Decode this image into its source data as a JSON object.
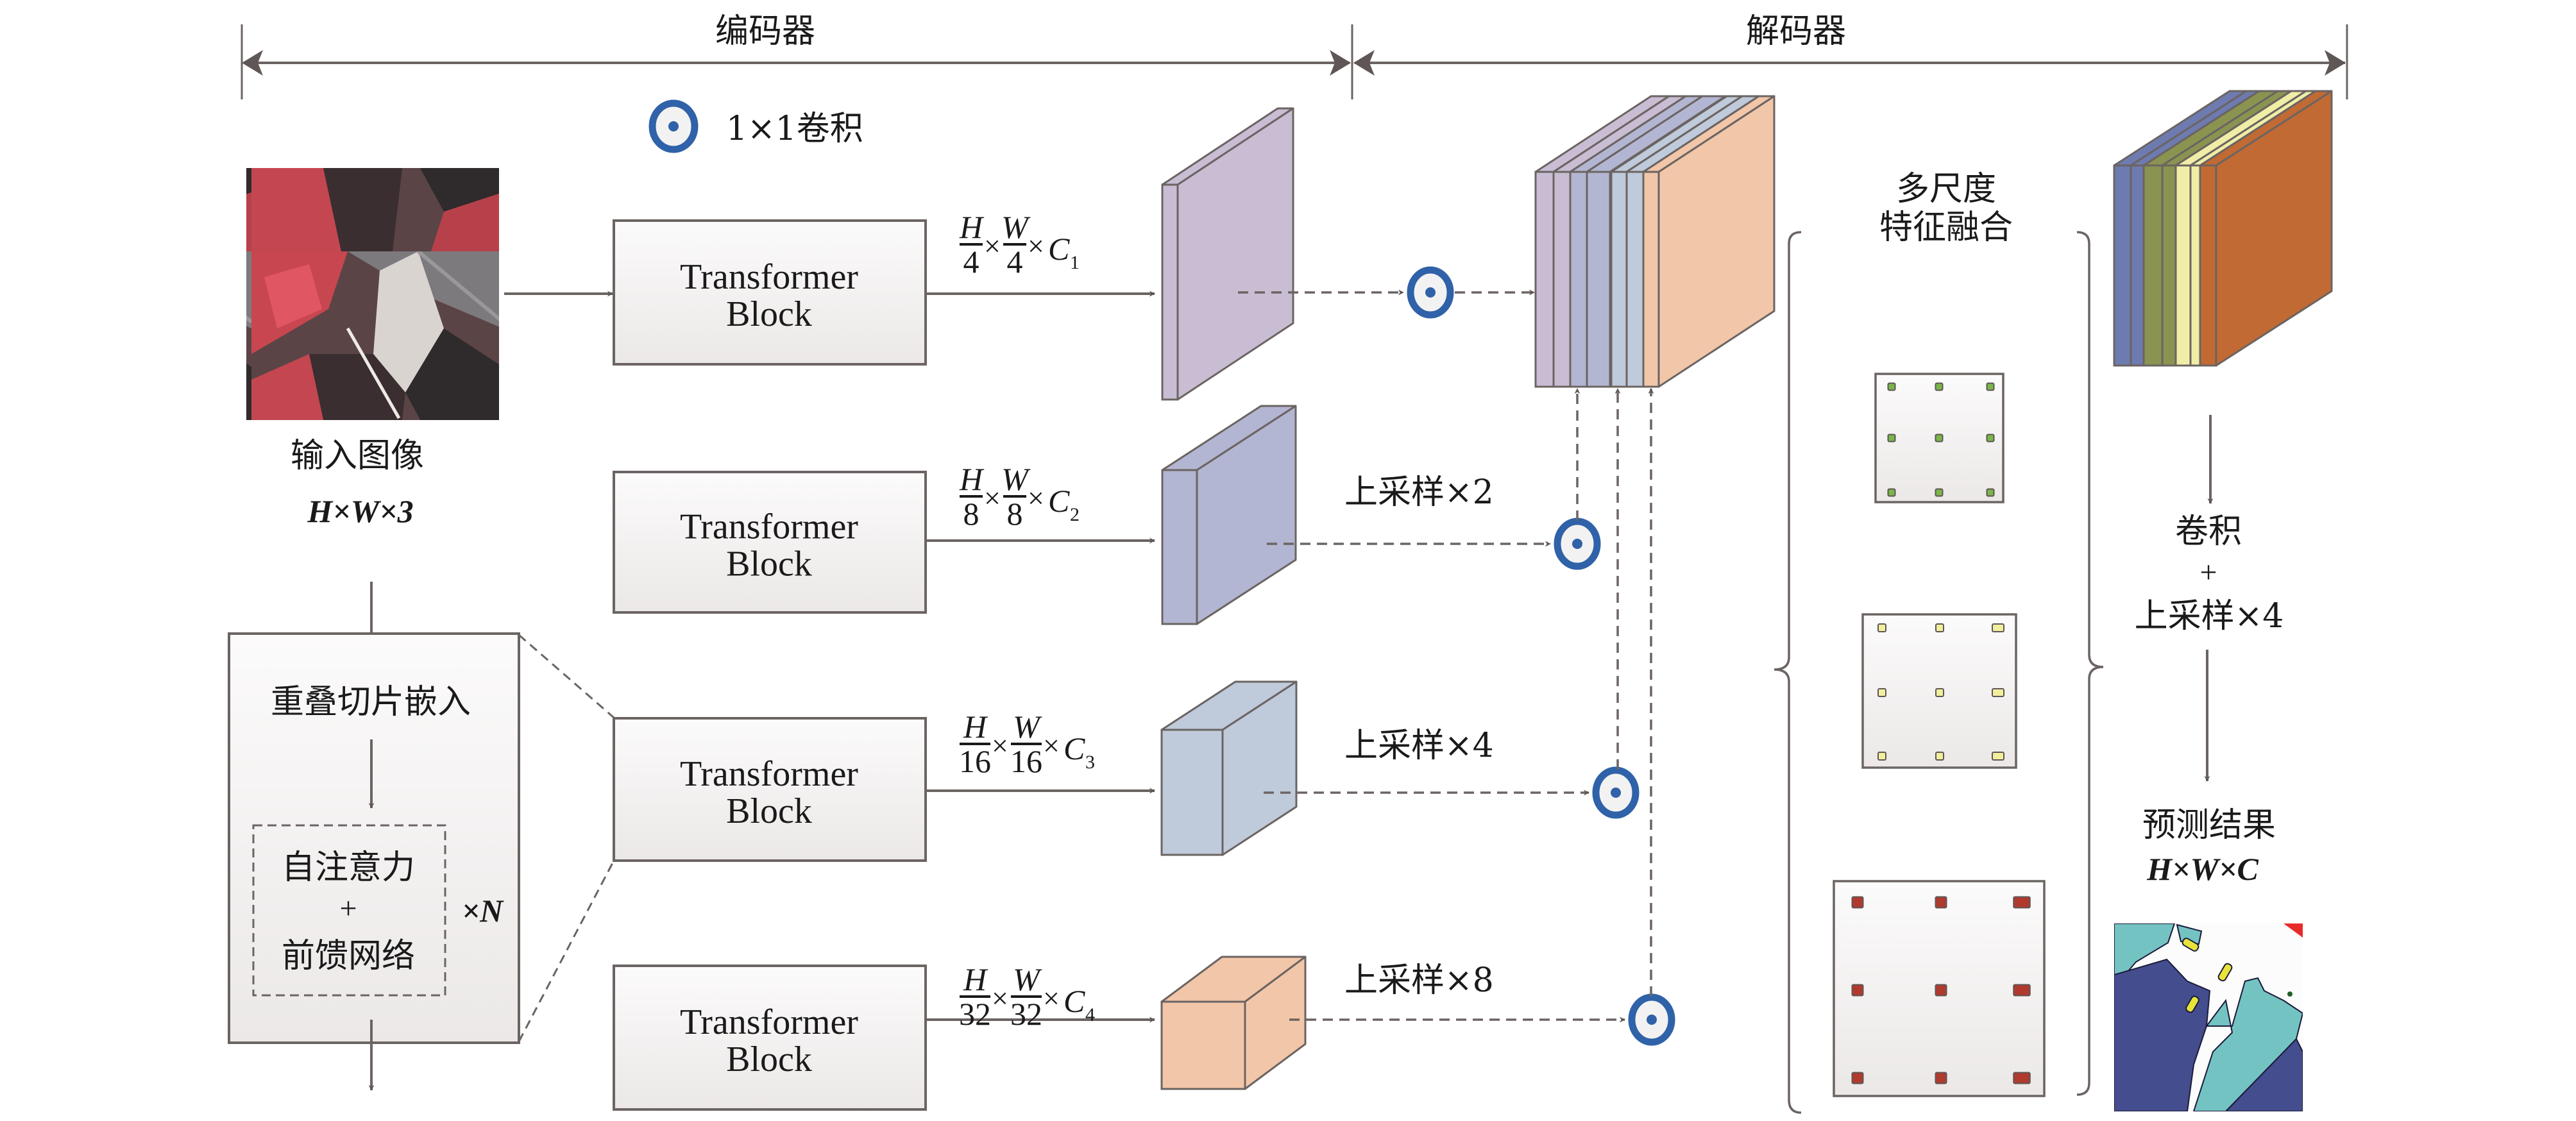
{
  "header": {
    "encoder_label": "编码器",
    "decoder_label": "解码器"
  },
  "legend": {
    "icon": "conv1x1-circle-icon",
    "label": "1×1卷积"
  },
  "input": {
    "label": "输入图像",
    "shape": "H×W×3"
  },
  "encoder_detail": {
    "patch_embed": "重叠切片嵌入",
    "attention": "自注意力",
    "plus": "+",
    "ffn": "前馈网络",
    "repeat": "×N"
  },
  "transformer_blocks": [
    {
      "line1": "Transformer",
      "line2": "Block",
      "num_h": "H",
      "num_w": "W",
      "den": "4",
      "channel": "C",
      "sub": "1"
    },
    {
      "line1": "Transformer",
      "line2": "Block",
      "num_h": "H",
      "num_w": "W",
      "den": "8",
      "channel": "C",
      "sub": "2"
    },
    {
      "line1": "Transformer",
      "line2": "Block",
      "num_h": "H",
      "num_w": "W",
      "den": "16",
      "channel": "C",
      "sub": "3"
    },
    {
      "line1": "Transformer",
      "line2": "Block",
      "num_h": "H",
      "num_w": "W",
      "den": "32",
      "channel": "C",
      "sub": "4"
    }
  ],
  "feature_colors": [
    "#c9bdd4",
    "#b3b6d2",
    "#bfcadb",
    "#f2c6a9"
  ],
  "upsample_labels": [
    "上采样×2",
    "上采样×4",
    "上采样×8"
  ],
  "fusion": {
    "title_line1": "多尺度",
    "title_line2": "特征融合",
    "grids": [
      {
        "dot_color": "#7ab648"
      },
      {
        "dot_color": "#f2ee9e"
      },
      {
        "dot_color": "#b03a2e"
      }
    ]
  },
  "output_stack_colors": [
    "#6e7bb0",
    "#8a9450",
    "#f0eda6",
    "#c26a33"
  ],
  "head": {
    "conv": "卷积",
    "plus": "+",
    "upsample": "上采样×4"
  },
  "output": {
    "label": "预测结果",
    "shape": "H×W×C"
  },
  "colors": {
    "stroke": "#6b6462",
    "ring": "#2f62a8",
    "box_fill_top": "#fbfafa",
    "box_fill_bottom": "#ece9e8"
  }
}
